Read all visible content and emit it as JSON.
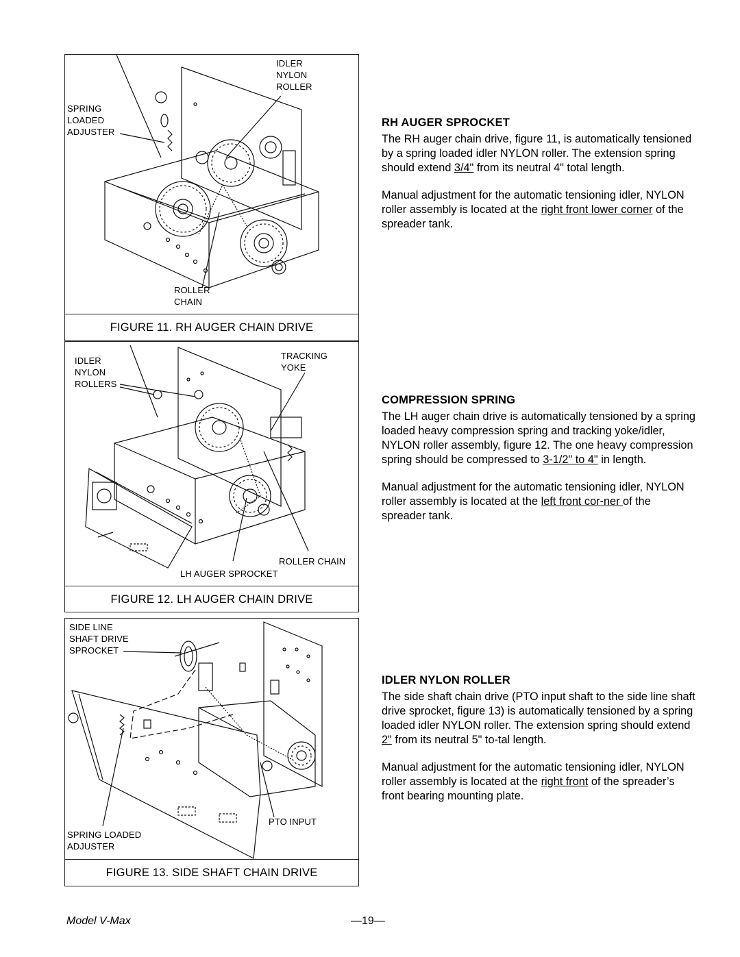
{
  "figures": {
    "fig11": {
      "caption": "FIGURE 11. RH AUGER CHAIN DRIVE",
      "labels": {
        "idler": "IDLER\nNYLON\nROLLER",
        "spring": "SPRING\nLOADED\nADJUSTER",
        "roller_chain": "ROLLER\nCHAIN"
      }
    },
    "fig12": {
      "caption": "FIGURE 12. LH AUGER CHAIN DRIVE",
      "labels": {
        "idler": "IDLER\nNYLON\nROLLERS",
        "tracking": "TRACKING\nYOKE",
        "roller_chain": "ROLLER CHAIN",
        "sprocket": "LH AUGER SPROCKET"
      }
    },
    "fig13": {
      "caption": "FIGURE 13. SIDE SHAFT CHAIN DRIVE",
      "labels": {
        "side_line": "SIDE LINE\nSHAFT DRIVE\nSPROCKET",
        "pto": "PTO INPUT",
        "spring": "SPRING LOADED\nADJUSTER"
      }
    }
  },
  "sections": {
    "rh": {
      "heading": "RH AUGER SPROCKET",
      "p1_a": "The RH auger chain drive, figure 11, is automatically tensioned by a spring loaded idler NYLON roller. The extension spring should extend ",
      "p1_u": "3/4\"",
      "p1_b": " from its neutral 4\" total length.",
      "p2_a": "Manual adjustment for the automatic tensioning idler, NYLON roller assembly is located at the ",
      "p2_u": "right front lower corner",
      "p2_b": " of the spreader tank."
    },
    "compression": {
      "heading": "COMPRESSION SPRING",
      "p1_a": "The LH auger chain drive is automatically tensioned by a spring loaded heavy compression spring and tracking yoke/idler, NYLON roller assembly, figure 12. The one heavy compression spring should be compressed to ",
      "p1_u": "3-1/2\" to 4\"",
      "p1_b": " in length.",
      "p2_a": "Manual adjustment for the automatic tensioning idler, NYLON roller assembly is located at the ",
      "p2_u": "left front cor-ner ",
      "p2_b": "of the spreader tank."
    },
    "idler": {
      "heading": "IDLER NYLON ROLLER",
      "p1_a": "The side shaft chain drive (PTO input shaft to the side line shaft drive sprocket, figure 13) is automatically tensioned by a spring loaded idler NYLON roller. The extension spring should extend ",
      "p1_u": "2\"",
      "p1_b": " from its neutral 5\" to-tal length.",
      "p2_a": "Manual adjustment for the automatic tensioning idler, NYLON roller assembly is located at the ",
      "p2_u": "right front",
      "p2_b": " of the spreader’s front bearing mounting plate."
    }
  },
  "footer": {
    "model": "Model V-Max",
    "page": "—19—"
  }
}
